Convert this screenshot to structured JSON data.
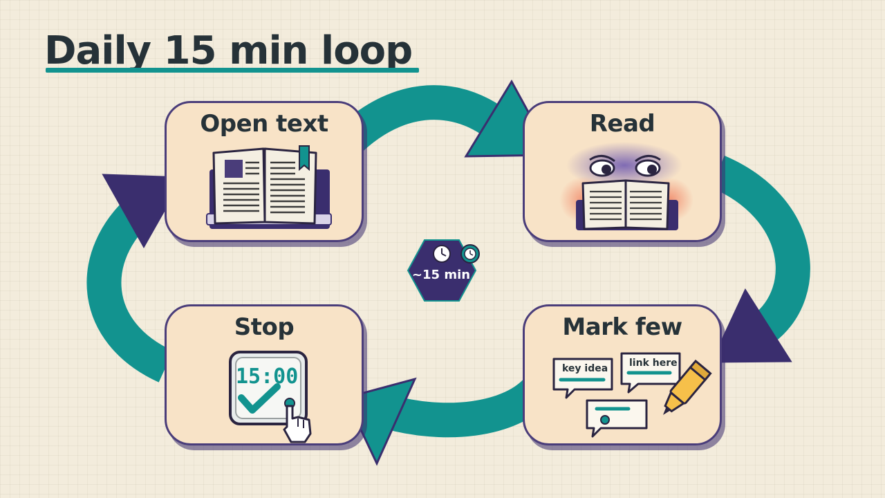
{
  "title": "Daily 15 min loop",
  "steps": [
    {
      "label": "Open text",
      "icon": "open-book-icon"
    },
    {
      "label": "Read",
      "icon": "reading-eyes-icon"
    },
    {
      "label": "Mark few",
      "icon": "annotation-notes-icon",
      "notes": [
        "key idea",
        "link here"
      ]
    },
    {
      "label": "Stop",
      "icon": "stopwatch-check-icon",
      "timer": "15:00"
    }
  ],
  "center_badge": {
    "label": "~15 min",
    "icon": "clock-icon"
  },
  "colors": {
    "background": "#f3ecdc",
    "card_fill": "#f8e3c7",
    "card_border": "#4a3d7a",
    "accent_teal": "#12938f",
    "accent_purple": "#3a2e6e",
    "text": "#263238",
    "highlighter": "#f6c04a"
  }
}
